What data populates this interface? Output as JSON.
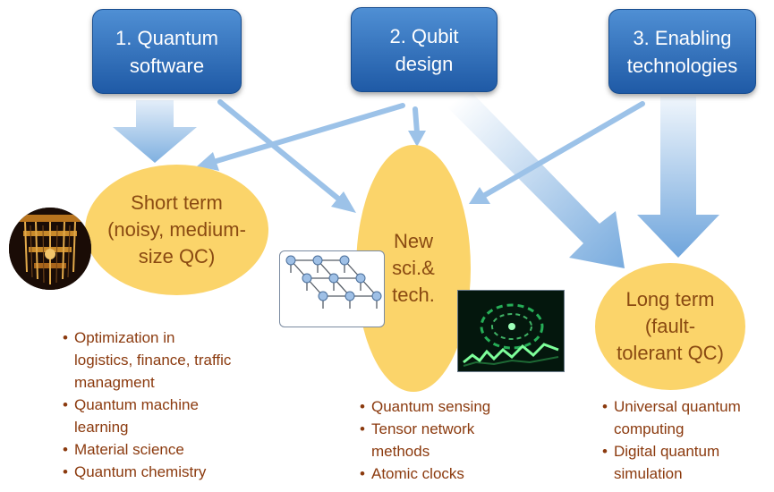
{
  "boxes": {
    "software": {
      "line1": "1. Quantum",
      "line2": "software"
    },
    "qubit": {
      "line1": "2. Qubit",
      "line2": "design"
    },
    "enabling": {
      "line1": "3. Enabling",
      "line2": "technologies"
    }
  },
  "ellipses": {
    "short_term": {
      "line1": "Short term",
      "line2": "(noisy, medium-",
      "line3": "size QC)"
    },
    "new_sci": {
      "line1": "New",
      "line2": "sci.&",
      "line3": "tech."
    },
    "long_term": {
      "line1": "Long term",
      "line2": "(fault-",
      "line3": "tolerant QC)"
    }
  },
  "lists": {
    "short_term": [
      {
        "line1": "Optimization in",
        "line2": "logistics, finance, traffic",
        "line3": "managment"
      },
      {
        "line1": "Quantum machine",
        "line2": "learning"
      },
      {
        "line1": "Material science"
      },
      {
        "line1": "Quantum chemistry"
      }
    ],
    "new_sci": [
      {
        "line1": "Quantum sensing"
      },
      {
        "line1": "Tensor network",
        "line2": "methods"
      },
      {
        "line1": "Atomic clocks"
      }
    ],
    "long_term": [
      {
        "line1": "Universal quantum",
        "line2": "computing"
      },
      {
        "line1": "Digital quantum",
        "line2": "simulation"
      }
    ]
  },
  "images": {
    "quantum_computer_photo": "quantum-computer-chandelier",
    "tensor_network": "tensor-network-lattice",
    "atomic_clock_photo": "atomic-clock-glow"
  },
  "colors": {
    "box_top": "#4f8fd4",
    "box_bottom": "#1f5aa6",
    "ellipse_fill": "#fbd46a",
    "ellipse_text": "#8a4a12",
    "list_text": "#8b3a0e",
    "arrow": "#9cc2e8"
  }
}
